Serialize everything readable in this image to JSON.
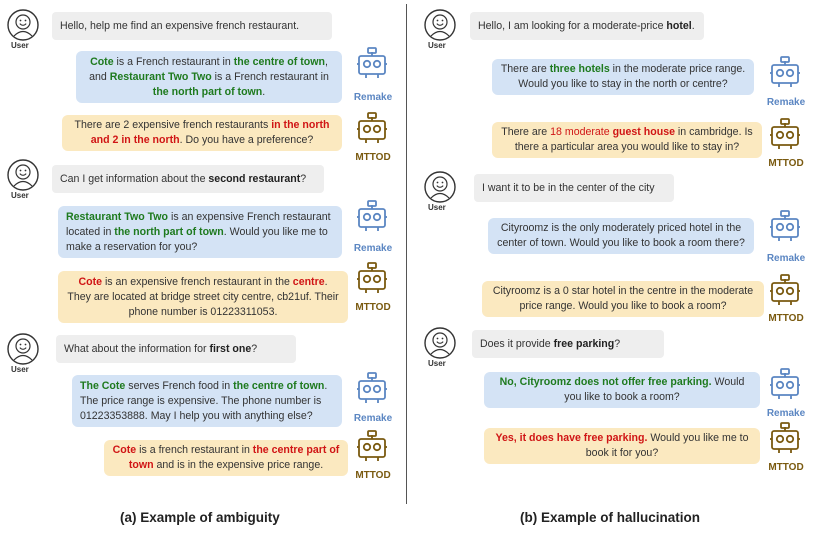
{
  "speakers": {
    "user": "User",
    "remake": "Remake",
    "mttod": "MTTOD"
  },
  "colors": {
    "remake": "#5b86c2",
    "mttod": "#7a5a10",
    "correct": "#1e7a1e",
    "wrong": "#d01515"
  },
  "icons": {
    "user": "smiley-face-icon",
    "bot": "robot-icon"
  },
  "captions": {
    "left": "(a) Example of ambiguity",
    "right": "(b) Example of hallucination"
  },
  "left": {
    "turn1": {
      "user": "Hello, help me find  an expensive french restaurant.",
      "remake": [
        "Cote",
        " is a French restaurant in ",
        "the centre of town",
        ", and ",
        "Restaurant Two Two",
        " is a French restaurant in ",
        "the north part of town",
        "."
      ],
      "mttod": [
        "There are 2 expensive french restaurants ",
        "in the north and 2 in the north",
        ". Do you have a preference?"
      ]
    },
    "turn2": {
      "user": [
        "Can I get information about the ",
        "second restaurant",
        "?"
      ],
      "remake": [
        "Restaurant Two Two",
        " is an expensive French restaurant located in ",
        "the north part of town",
        ". Would you like me to make a reservation for you?"
      ],
      "mttod": [
        "Cote",
        " is an expensive french restaurant in the ",
        "centre",
        ". They are located at bridge street city centre, cb21uf. Their phone number is 01223311053."
      ]
    },
    "turn3": {
      "user": [
        "What about the information for ",
        "first one",
        "?"
      ],
      "remake": [
        "The Cote",
        " serves French food in ",
        "the centre of town",
        ". The price range is expensive. The phone number is 01223353888. May I help you with anything else?"
      ],
      "mttod": [
        "Cote",
        " is a french restaurant in ",
        "the centre part of town",
        " and is in the expensive price range."
      ]
    }
  },
  "right": {
    "turn1": {
      "user": [
        "Hello, I am looking for a moderate-price ",
        "hotel",
        "."
      ],
      "remake": [
        "There are ",
        "three hotels",
        " in the moderate price range. Would you like to stay in the north or centre?"
      ],
      "mttod": [
        "There are ",
        "18 moderate",
        " ",
        "guest house",
        " in cambridge. Is there a particular area you would like to stay in?"
      ]
    },
    "turn2": {
      "user": "I want it to be in the center of the city",
      "remake": "Cityroomz is the only moderately priced hotel in the center of town. Would you like to book a room there?",
      "mttod": "Cityroomz is a 0 star hotel in the centre in the moderate price range. Would you like to book a room?"
    },
    "turn3": {
      "user": [
        "Does it provide ",
        "free parking",
        "?"
      ],
      "remake": [
        "No, Cityroomz does not offer free parking.",
        " Would you like to book a room?"
      ],
      "mttod": [
        "Yes, it does have free parking.",
        " Would you like me to book it for you?"
      ]
    }
  }
}
